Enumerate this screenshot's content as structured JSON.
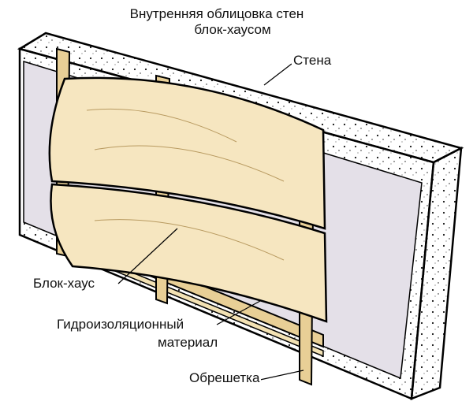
{
  "title": {
    "line1": "Внутренняя облицовка стен",
    "line2": "блок-хаусом"
  },
  "labels": {
    "wall": "Стена",
    "blockhouse": "Блок-хаус",
    "waterproofing_1": "Гидроизоляционный",
    "waterproofing_2": "материал",
    "lathing": "Обрешетка"
  },
  "colors": {
    "concrete": "#ffffff",
    "inner_wall": "#e4e0e8",
    "wood": "#f6e6c0",
    "stud": "#e8cf96"
  }
}
